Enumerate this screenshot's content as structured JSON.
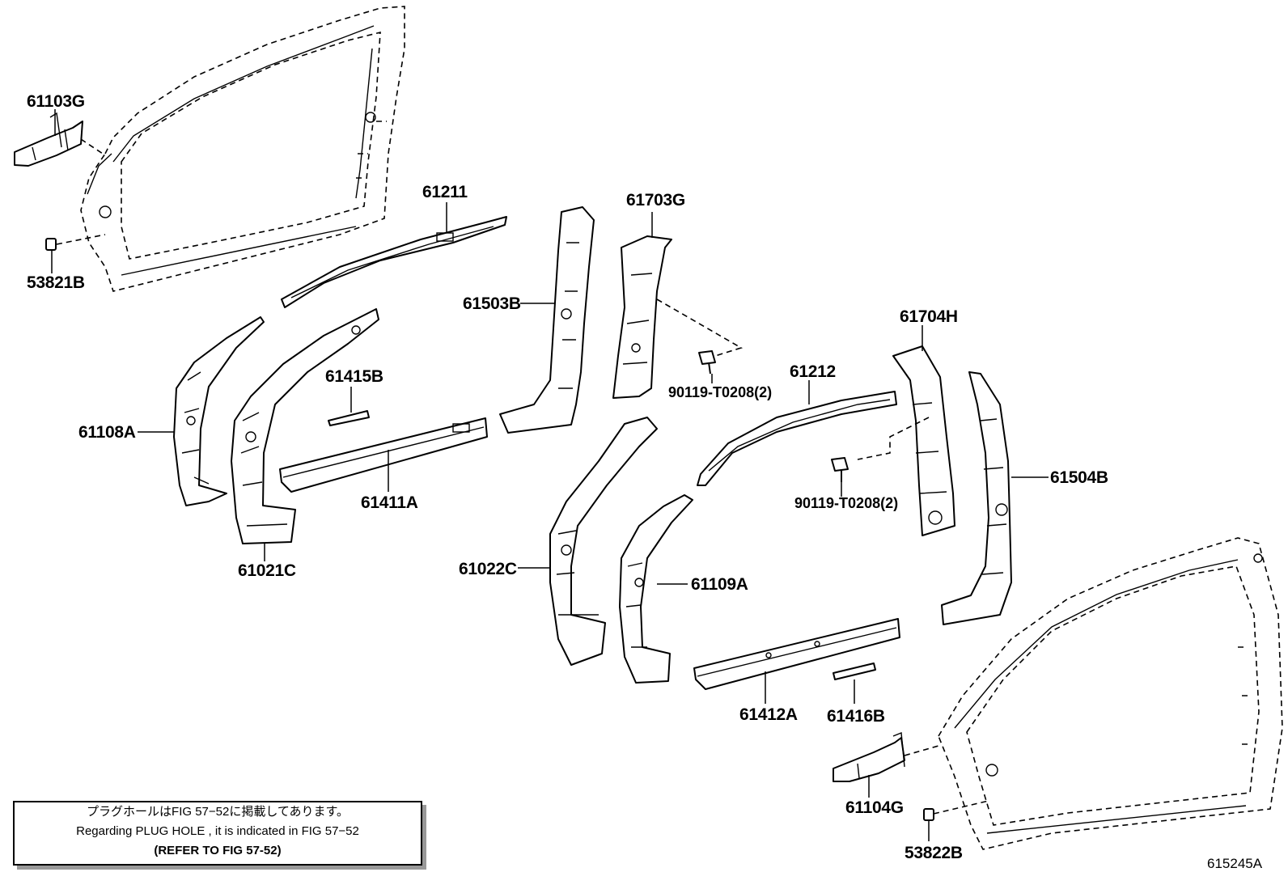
{
  "labels": {
    "p61103G": "61103G",
    "p53821B": "53821B",
    "p61211": "61211",
    "p61703G": "61703G",
    "p61503B": "61503B",
    "p61415B": "61415B",
    "p61108A": "61108A",
    "p61411A": "61411A",
    "p61021C": "61021C",
    "p90119a": "90119-T0208(2)",
    "p61704H": "61704H",
    "p61212": "61212",
    "p90119b": "90119-T0208(2)",
    "p61504B": "61504B",
    "p61022C": "61022C",
    "p61109A": "61109A",
    "p61412A": "61412A",
    "p61416B": "61416B",
    "p61104G": "61104G",
    "p53822B": "53822B"
  },
  "note": {
    "line1": "プラグホールはFIG 57−52に掲載してあります。",
    "line2": "Regarding  PLUG  HOLE , it is indicated in  FIG  57−52",
    "line3": "(REFER  TO  FIG  57-52)"
  },
  "figure_code": "615245A"
}
